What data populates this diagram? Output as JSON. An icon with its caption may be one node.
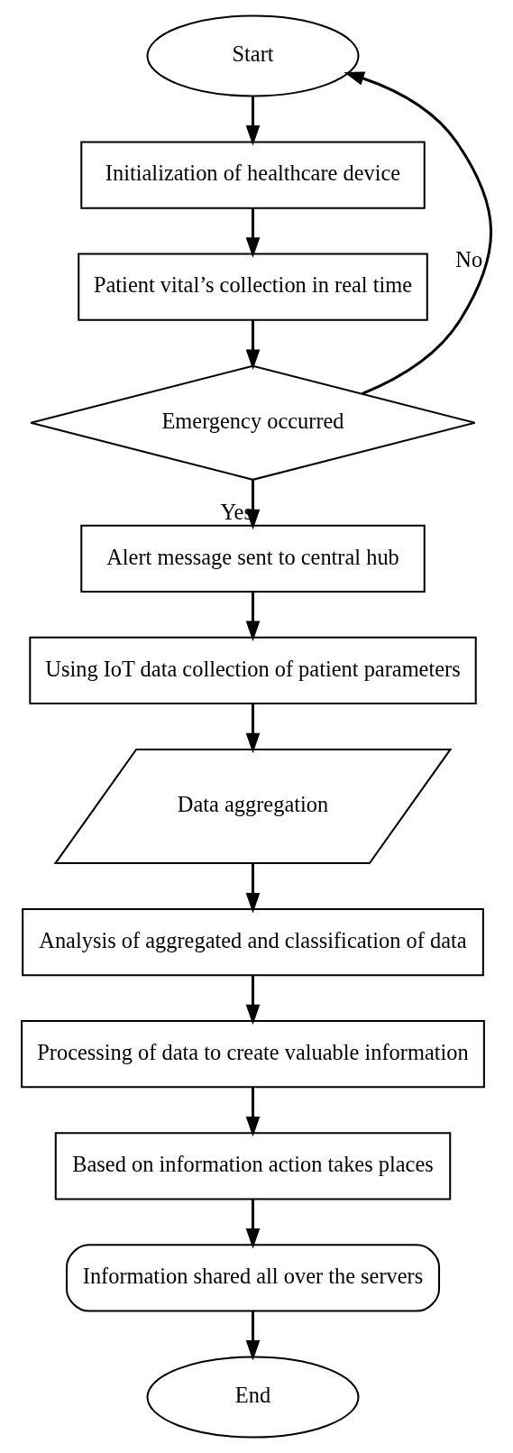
{
  "diagram": {
    "nodes": [
      {
        "text": [
          "Start"
        ]
      },
      {
        "text": [
          "Initialization of healthcare device"
        ]
      },
      {
        "text": [
          "Patient vital’s collection in real time"
        ]
      },
      {
        "text": [
          "Emergency occurred"
        ]
      },
      {
        "text": [
          "Alert message sent to central hub"
        ]
      },
      {
        "text": [
          "Using IoT data collection of patient parameters"
        ]
      },
      {
        "text": [
          "Data aggregation"
        ]
      },
      {
        "text": [
          "Analysis of aggregated and classification of data"
        ]
      },
      {
        "text": [
          "Processing of data to create valuable information"
        ]
      },
      {
        "text": [
          "Based on information action takes places"
        ]
      },
      {
        "text": [
          "Information shared all over the servers"
        ]
      },
      {
        "text": [
          "End"
        ]
      }
    ],
    "edges": [
      {
        "from": 0,
        "to": 1,
        "arrow": "to"
      },
      {
        "from": 1,
        "to": 2,
        "arrow": "to"
      },
      {
        "from": 2,
        "to": 3,
        "arrow": "to"
      },
      {
        "from": 3,
        "to": 0,
        "arrow": "to",
        "label": "No"
      },
      {
        "from": 3,
        "to": 4,
        "arrow": "to",
        "label": "Yes"
      },
      {
        "from": 4,
        "to": 5,
        "arrow": "to"
      },
      {
        "from": 5,
        "to": 6,
        "arrow": "to"
      },
      {
        "from": 6,
        "to": 7,
        "arrow": "to"
      },
      {
        "from": 7,
        "to": 8,
        "arrow": "to"
      },
      {
        "from": 8,
        "to": 9,
        "arrow": "to"
      },
      {
        "from": 9,
        "to": 10,
        "arrow": "to"
      },
      {
        "from": 10,
        "to": 11,
        "arrow": "to"
      }
    ]
  }
}
